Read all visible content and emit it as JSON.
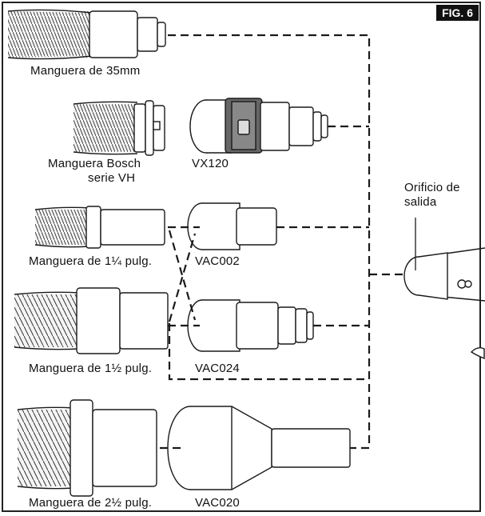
{
  "figure_label": "FIG. 6",
  "labels": {
    "hose_35mm": "Manguera de 35mm",
    "hose_bosch_line1": "Manguera Bosch",
    "hose_bosch_line2": "serie VH",
    "adapter_vx120": "VX120",
    "outlet_line1": "Orificio de",
    "outlet_line2": "salida",
    "hose_1_25": "Manguera de 1¼ pulg.",
    "adapter_vac002": "VAC002",
    "hose_1_5": "Manguera de 1½ pulg.",
    "adapter_vac024": "VAC024",
    "hose_2_5": "Manguera de 2½ pulg.",
    "adapter_vac020": "VAC020"
  },
  "colors": {
    "line": "#1a1a1a",
    "hose_fill": "#f2f2f2",
    "vx120_ring": "#555555"
  }
}
